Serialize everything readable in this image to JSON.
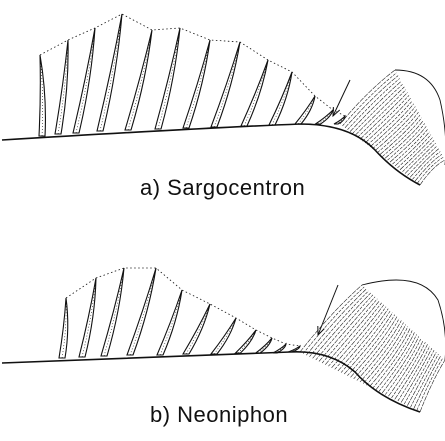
{
  "panels": [
    {
      "id": "a",
      "caption": "a)  Sargocentron"
    },
    {
      "id": "b",
      "caption": "b)  Neoniphon"
    }
  ],
  "colors": {
    "ink": "#111111",
    "background": "#ffffff"
  }
}
